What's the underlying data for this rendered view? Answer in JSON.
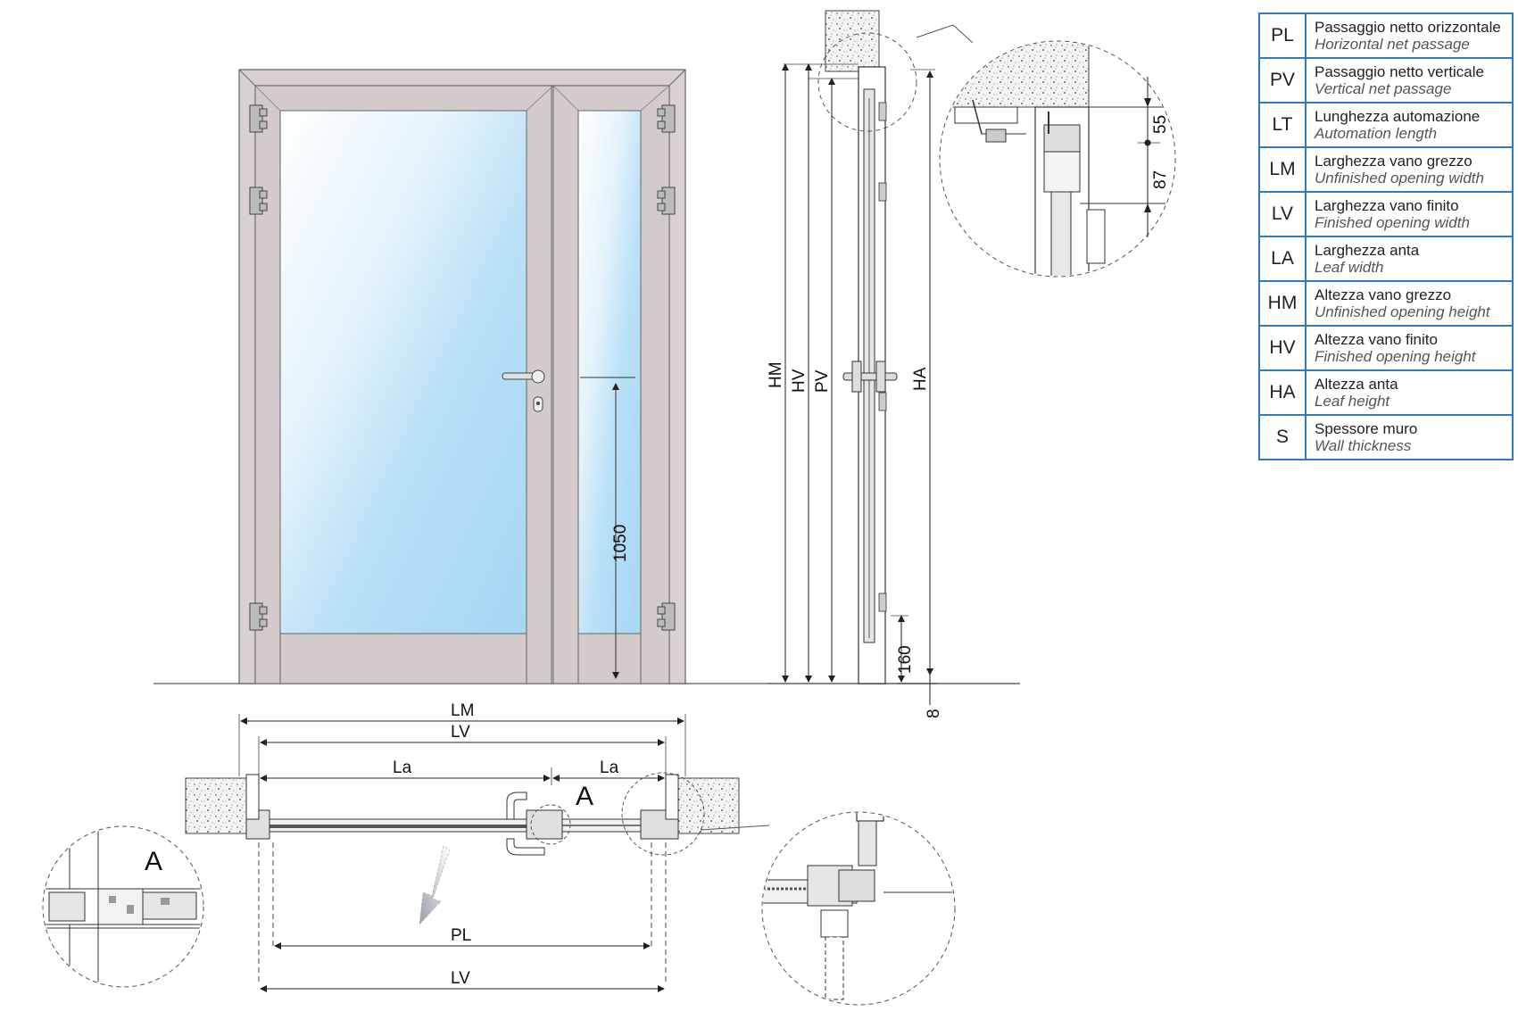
{
  "front_view": {
    "dim_1050": "1050"
  },
  "side_view": {
    "labels": {
      "hm": "HM",
      "hv": "HV",
      "pv": "PV",
      "ha": "HA"
    },
    "dim_160": "160",
    "dim_8": "8"
  },
  "top_detail": {
    "dim_55": "55",
    "dim_87": "87"
  },
  "plan_view": {
    "lm": "LM",
    "lv_top": "LV",
    "la_left": "La",
    "la_right": "La",
    "pl": "PL",
    "lv_bottom": "LV",
    "section_mark": "A"
  },
  "detail_a": {
    "label": "A"
  },
  "legend": [
    {
      "code": "PL",
      "it": "Passaggio netto orizzontale",
      "en": "Horizontal net passage"
    },
    {
      "code": "PV",
      "it": "Passaggio netto verticale",
      "en": "Vertical net passage"
    },
    {
      "code": "LT",
      "it": "Lunghezza automazione",
      "en": "Automation length"
    },
    {
      "code": "LM",
      "it": "Larghezza vano grezzo",
      "en": "Unfinished opening width"
    },
    {
      "code": "LV",
      "it": "Larghezza vano finito",
      "en": "Finished opening width"
    },
    {
      "code": "LA",
      "it": "Larghezza anta",
      "en": "Leaf width"
    },
    {
      "code": "HM",
      "it": "Altezza vano grezzo",
      "en": "Unfinished opening height"
    },
    {
      "code": "HV",
      "it": "Altezza vano finito",
      "en": "Finished opening height"
    },
    {
      "code": "HA",
      "it": "Altezza anta",
      "en": "Leaf height"
    },
    {
      "code": "S",
      "it": "Spessore muro",
      "en": "Wall thickness"
    }
  ],
  "colors": {
    "legend_border": "#2f7bbd",
    "frame": "#d3cbcb",
    "glass_light": "#ffffff",
    "glass_blue": "#a8d8f4"
  }
}
